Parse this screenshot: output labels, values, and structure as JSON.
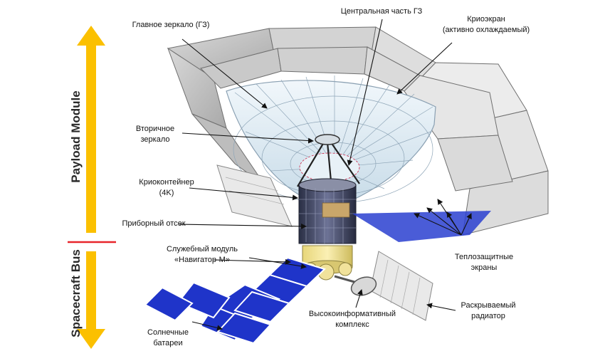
{
  "side_labels": {
    "payload": "Payload Module",
    "bus": "Spacecraft Bus"
  },
  "labels": {
    "main_mirror": "Главное зеркало (ГЗ)",
    "central_part": "Центральная часть ГЗ",
    "cryoscreen_1": "Криоэкран",
    "cryoscreen_2": "(активно охлаждаемый)",
    "secondary_1": "Вторичное",
    "secondary_2": "зеркало",
    "cryocontainer_1": "Криоконтейнер",
    "cryocontainer_2": "(4K)",
    "instrument": "Приборный отсек",
    "service_1": "Служебный модуль",
    "service_2": "«Навигатор-М»",
    "thermal_1": "Теплозащитные",
    "thermal_2": "экраны",
    "radiator_1": "Раскрываемый",
    "radiator_2": "радиатор",
    "antenna_1": "Высокоинформативный",
    "antenna_2": "комплекс",
    "solar_1": "Солнечные",
    "solar_2": "батареи"
  },
  "colors": {
    "arrow_yellow": "#fbc000",
    "divider_red": "#e8252b",
    "solar_blue": "#1f34c9",
    "mirror_face": "#dceaf3",
    "petal_gray": "#cfcfcf"
  },
  "icons": {
    "up_arrow": "arrow-up-icon",
    "down_arrow": "arrow-down-icon"
  }
}
